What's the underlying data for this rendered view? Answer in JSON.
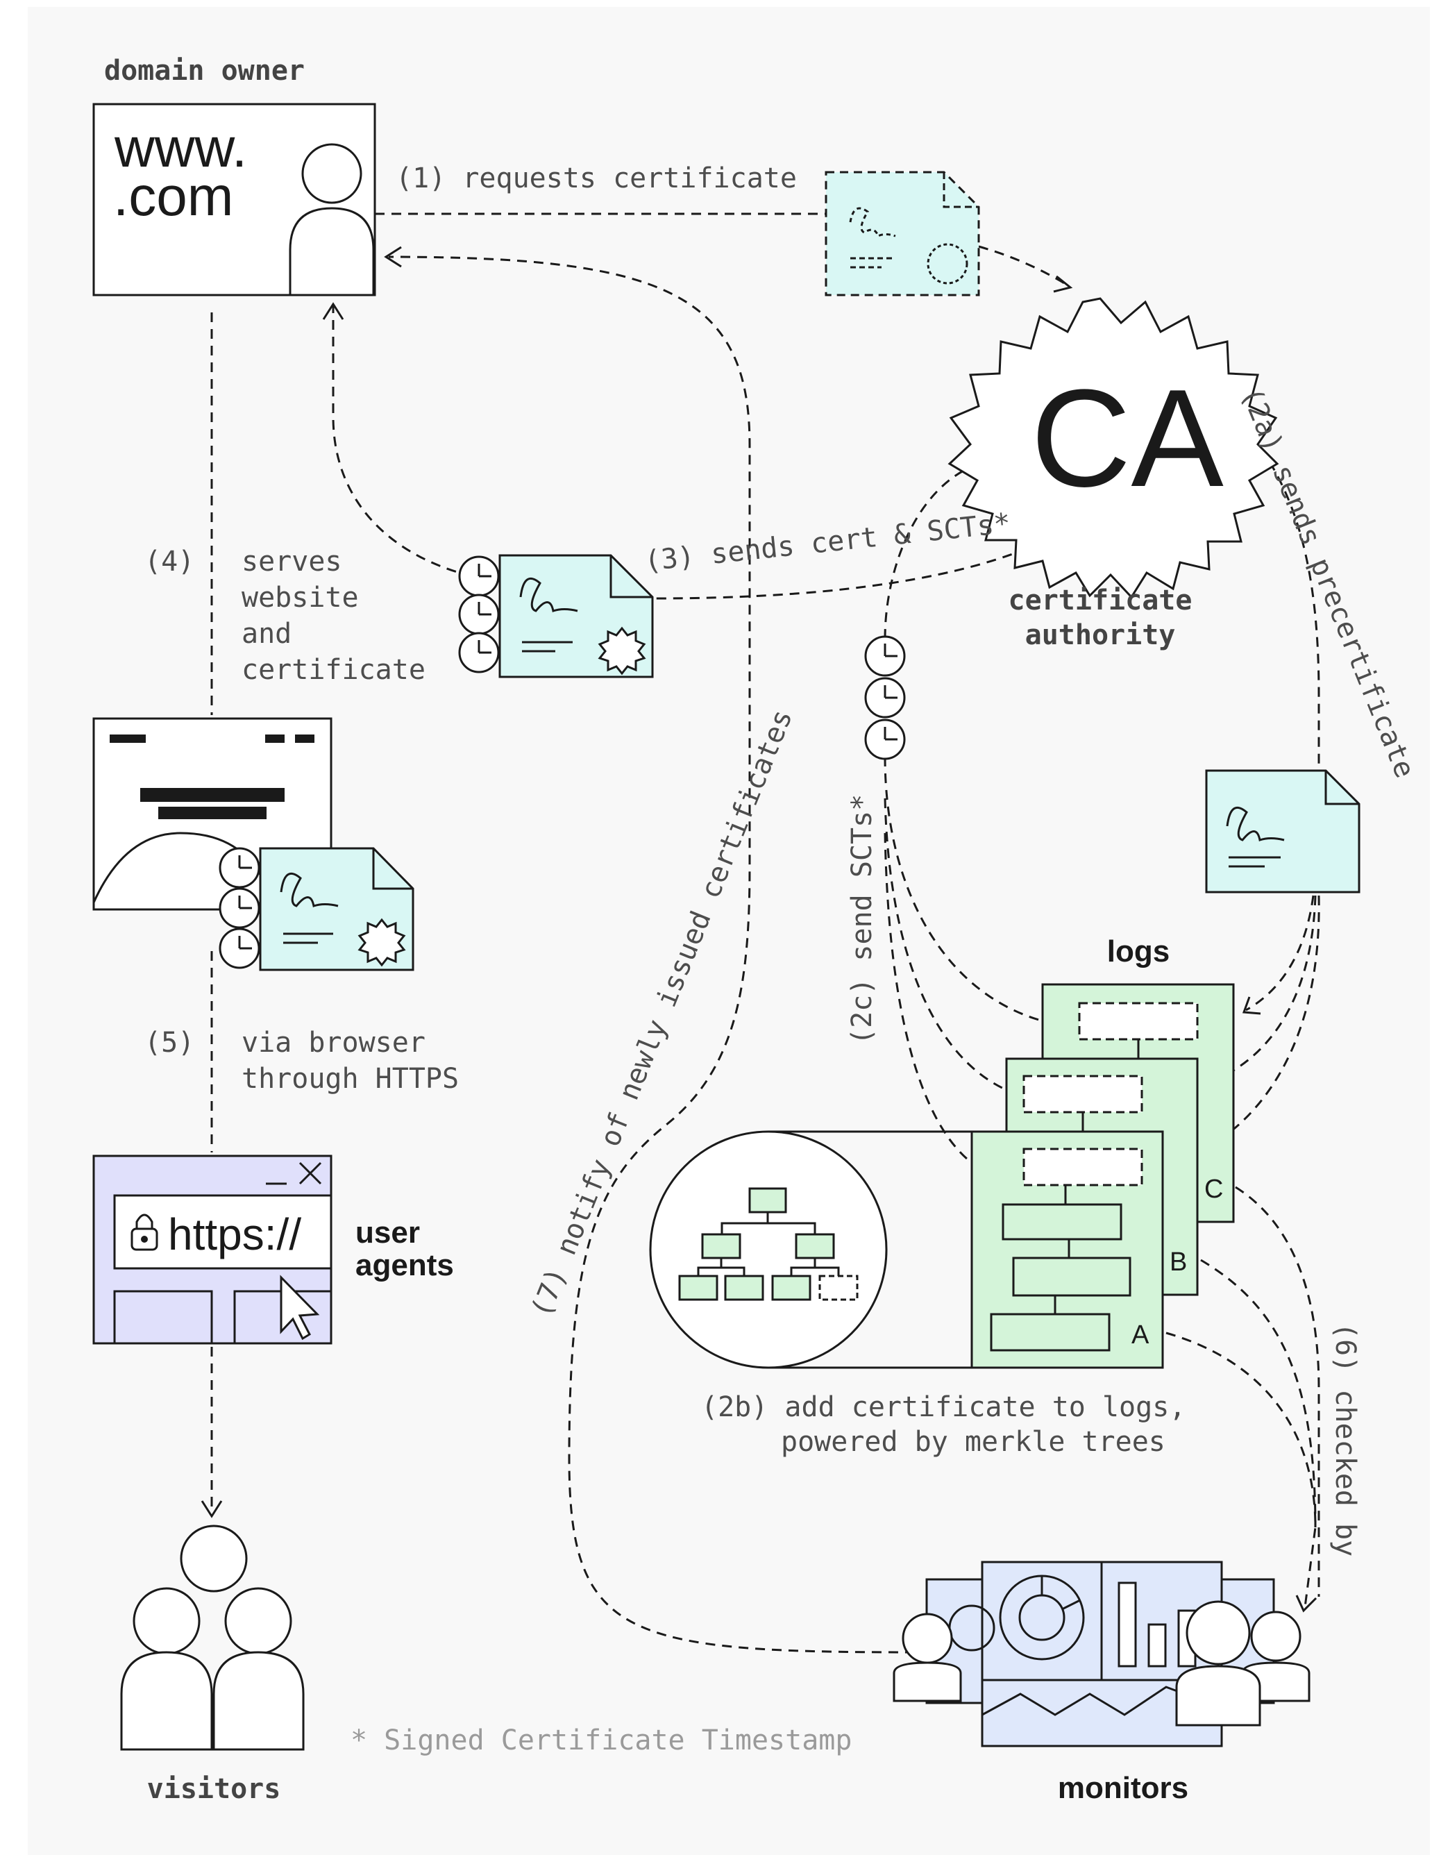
{
  "labels": {
    "domain_owner": "domain owner",
    "www": "www.",
    "com": ".com",
    "certificate_authority_1": "certificate",
    "certificate_authority_2": "authority",
    "ca_glyph": "CA",
    "logs": "logs",
    "user_agents_1": "user",
    "user_agents_2": "agents",
    "visitors": "visitors",
    "monitors": "monitors",
    "https": "https://",
    "log_a": "A",
    "log_b": "B",
    "log_c": "C"
  },
  "steps": {
    "step1": "(1) requests certificate",
    "step2a": "(2a) sends precertificate",
    "step2b_line1": "(2b) add certificate to logs,",
    "step2b_line2": "powered by merkle trees",
    "step2c": "(2c) send SCTs*",
    "step3": "(3) sends cert & SCTs*",
    "step4_num": "(4)",
    "step4_l1": "serves",
    "step4_l2": "website",
    "step4_l3": "and",
    "step4_l4": "certificate",
    "step5_num": "(5)",
    "step5_l1": "via browser",
    "step5_l2": "through HTTPS",
    "step6": "(6) checked by",
    "step7": "(7) notify of newly issued certificates"
  },
  "footnote": "* Signed Certificate Timestamp",
  "colors": {
    "cyan": "#d9f7f4",
    "green": "#d4f4d9",
    "lavender": "#e0e0fb",
    "blue": "#dfe8fb",
    "line": "#1a1a1a",
    "panel": "#f8f8f8"
  }
}
